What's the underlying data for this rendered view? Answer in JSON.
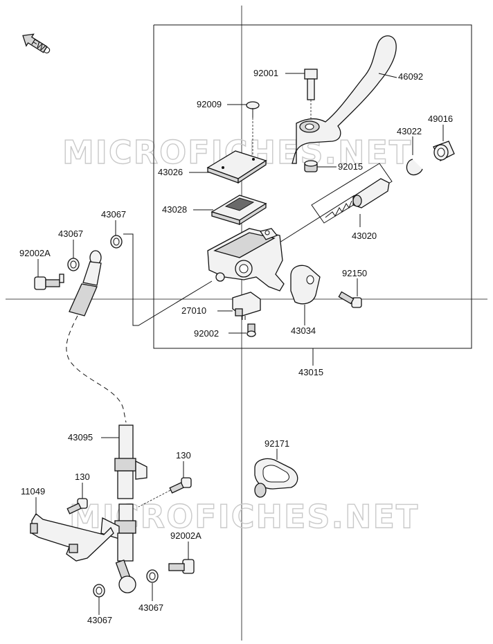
{
  "direction_label": "FWD",
  "watermarks": [
    "MICROFICHES.NET",
    "MICROFICHES.NET"
  ],
  "labels": {
    "p92001": "92001",
    "p46092": "46092",
    "p92009": "92009",
    "p43022": "43022",
    "p49016": "49016",
    "p43026": "43026",
    "p92015": "92015",
    "p43067_a": "43067",
    "p43028": "43028",
    "p43020": "43020",
    "p43067_b": "43067",
    "p92002A_a": "92002A",
    "p92150": "92150",
    "p27010": "27010",
    "p43034": "43034",
    "p92002": "92002",
    "p43015": "43015",
    "p92171": "92171",
    "p43095": "43095",
    "p130_a": "130",
    "p130_b": "130",
    "p11049": "11049",
    "p92002A_b": "92002A",
    "p43067_c": "43067",
    "p43067_d": "43067"
  }
}
